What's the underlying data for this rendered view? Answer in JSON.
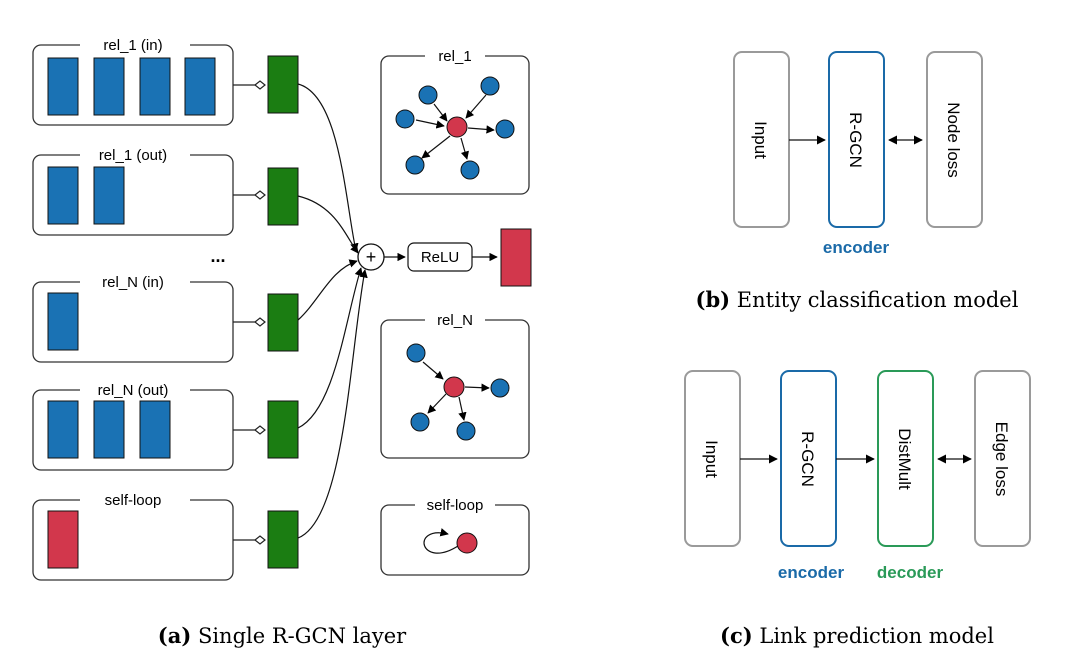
{
  "panel_a": {
    "caption_letter": "(a)",
    "caption_text": " Single R-GCN layer",
    "groups": [
      {
        "label": "rel_1 (in)",
        "blocks": 4,
        "color": "#1a72b4"
      },
      {
        "label": "rel_1 (out)",
        "blocks": 2,
        "color": "#1a72b4"
      },
      {
        "label": "rel_N (in)",
        "blocks": 1,
        "color": "#1a72b4"
      },
      {
        "label": "rel_N (out)",
        "blocks": 3,
        "color": "#1a72b4"
      },
      {
        "label": "self-loop",
        "blocks": 1,
        "color": "#d2374c"
      }
    ],
    "ellipsis": "...",
    "sum_symbol": "+",
    "activation": "ReLU",
    "graphs": [
      {
        "label": "rel_1"
      },
      {
        "label": "rel_N"
      },
      {
        "label": "self-loop"
      }
    ]
  },
  "panel_b": {
    "caption_letter": "(b)",
    "caption_text": " Entity classification model",
    "boxes": [
      "Input",
      "R-GCN",
      "Node loss"
    ],
    "encoder_label": "encoder"
  },
  "panel_c": {
    "caption_letter": "(c)",
    "caption_text": " Link prediction model",
    "boxes": [
      "Input",
      "R-GCN",
      "DistMult",
      "Edge loss"
    ],
    "encoder_label": "encoder",
    "decoder_label": "decoder"
  },
  "colors": {
    "relation_block": "#1a72b4",
    "self_block": "#d2374c",
    "weight_block": "#1b7d12",
    "node_blue": "#1a72b4",
    "node_red": "#d2374c",
    "encoder": "#1a6aa8",
    "decoder": "#2a9a58",
    "gray_box": "#9a9a9a"
  }
}
